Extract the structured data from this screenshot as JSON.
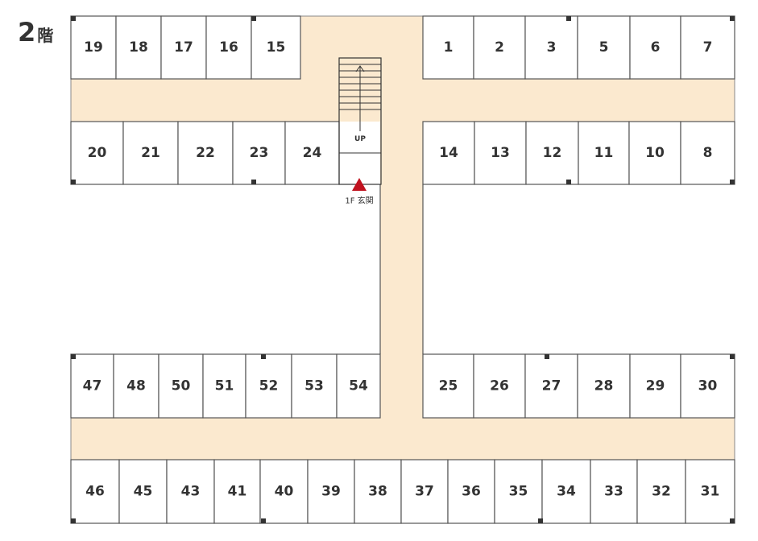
{
  "floor": {
    "number": "2",
    "suffix": "階"
  },
  "colors": {
    "corridor": "#fbe9cf",
    "entrance_marker": "#c0121f",
    "text": "#333333"
  },
  "stairs": {
    "label": "UP",
    "entrance_label": "1F 玄関"
  },
  "blocks": {
    "upper_left_row1": [
      "19",
      "18",
      "17",
      "16",
      "15"
    ],
    "upper_left_row2": [
      "20",
      "21",
      "22",
      "23",
      "24"
    ],
    "upper_right_row1": [
      "1",
      "2",
      "3",
      "5",
      "6",
      "7"
    ],
    "upper_right_row2": [
      "14",
      "13",
      "12",
      "11",
      "10",
      "8"
    ],
    "lower_left_row1": [
      "47",
      "48",
      "50",
      "51",
      "52",
      "53",
      "54"
    ],
    "lower_right_row1": [
      "25",
      "26",
      "27",
      "28",
      "29",
      "30"
    ],
    "lower_row2": [
      "46",
      "45",
      "43",
      "41",
      "40",
      "39",
      "38",
      "37",
      "36",
      "35",
      "34",
      "33",
      "32",
      "31"
    ]
  }
}
